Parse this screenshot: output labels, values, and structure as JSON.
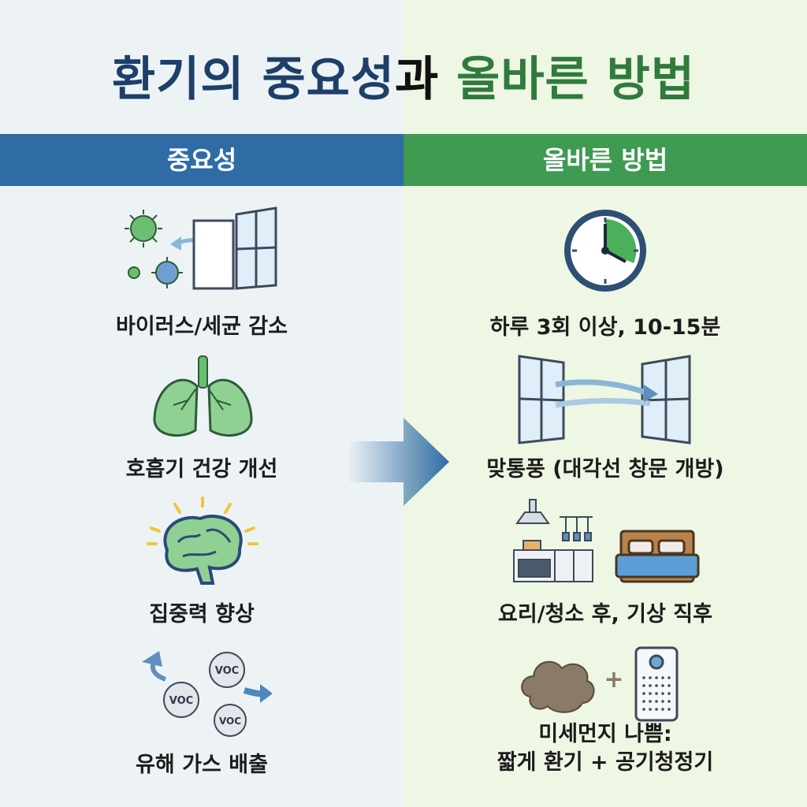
{
  "title": {
    "part1": "환기의 중요성",
    "part2": "과",
    "part3": "올바른 방법"
  },
  "headers": {
    "left": "중요성",
    "right": "올바른 방법"
  },
  "importance": [
    {
      "icon": "virus-window-icon",
      "label": "바이러스/세균 감소"
    },
    {
      "icon": "lungs-icon",
      "label": "호흡기 건강 개선"
    },
    {
      "icon": "brain-icon",
      "label": "집중력 향상"
    },
    {
      "icon": "voc-gas-icon",
      "label": "유해 가스 배출"
    }
  ],
  "methods": [
    {
      "icon": "clock-icon",
      "label": "하루 3회 이상, 10-15분"
    },
    {
      "icon": "cross-ventilation-icon",
      "label": "맞통풍 (대각선 창문 개방)"
    },
    {
      "icon": "kitchen-bed-icon",
      "label": "요리/청소 후, 기상 직후"
    },
    {
      "icon": "dust-air-purifier-icon",
      "label_line1": "미세먼지 나쁨:",
      "label_line2": "짧게 환기 + 공기청정기",
      "plus": "+"
    }
  ],
  "voc": "VOC",
  "colors": {
    "blue": "#2f6ca6",
    "green": "#3f9a52",
    "title_blue": "#1d3f68",
    "title_green": "#2f7b3c"
  }
}
